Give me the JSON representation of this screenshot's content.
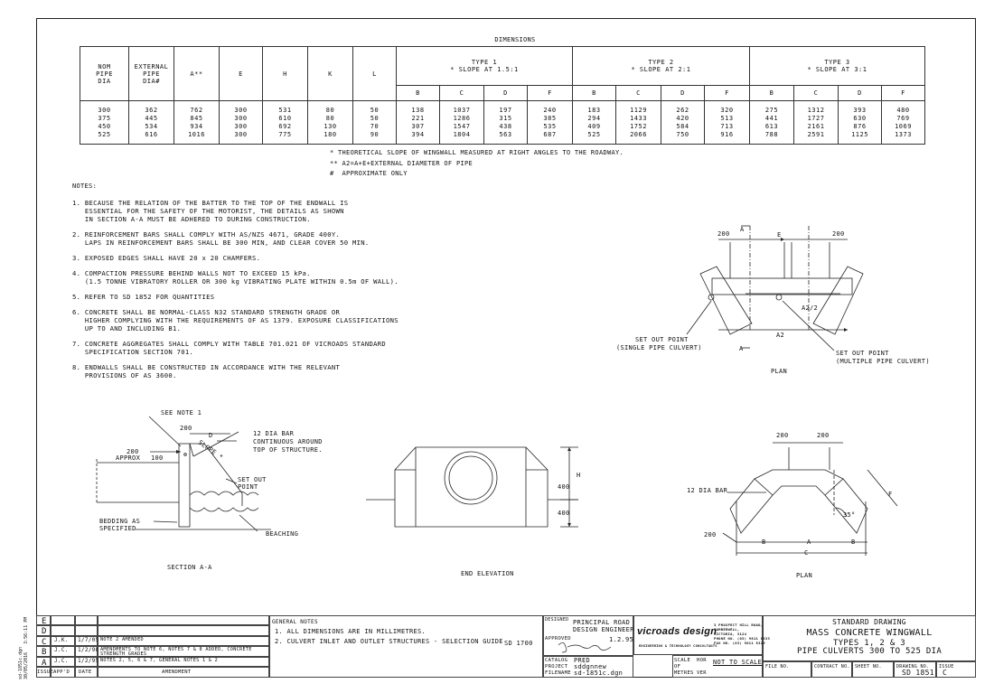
{
  "dimensions_title": "DIMENSIONS",
  "table": {
    "head": {
      "nom": [
        "NOM",
        "PIPE",
        "DIA"
      ],
      "ext": [
        "EXTERNAL",
        "PIPE",
        "DIA#"
      ],
      "a": "A**",
      "e": "E",
      "h": "H",
      "k": "K",
      "l": "L",
      "type1": [
        "TYPE 1",
        "* SLOPE AT   1.5:1"
      ],
      "type2": [
        "TYPE 2",
        "* SLOPE AT   2:1"
      ],
      "type3": [
        "TYPE 3",
        "* SLOPE AT   3:1"
      ],
      "sub": [
        "B",
        "C",
        "D",
        "F"
      ]
    },
    "columns": [
      [
        "300",
        "375",
        "450",
        "525"
      ],
      [
        "362",
        "445",
        "534",
        "616"
      ],
      [
        "762",
        "845",
        "934",
        "1016"
      ],
      [
        "300",
        "300",
        "300",
        "300"
      ],
      [
        "531",
        "610",
        "692",
        "775"
      ],
      [
        "80",
        "80",
        "130",
        "180"
      ],
      [
        "50",
        "50",
        "70",
        "90"
      ],
      [
        "138",
        "221",
        "307",
        "394"
      ],
      [
        "1037",
        "1286",
        "1547",
        "1804"
      ],
      [
        "197",
        "315",
        "438",
        "563"
      ],
      [
        "240",
        "385",
        "535",
        "687"
      ],
      [
        "183",
        "294",
        "409",
        "525"
      ],
      [
        "1129",
        "1433",
        "1752",
        "2066"
      ],
      [
        "262",
        "420",
        "584",
        "750"
      ],
      [
        "320",
        "513",
        "713",
        "916"
      ],
      [
        "275",
        "441",
        "613",
        "788"
      ],
      [
        "1312",
        "1727",
        "2161",
        "2591"
      ],
      [
        "393",
        "630",
        "876",
        "1125"
      ],
      [
        "480",
        "769",
        "1069",
        "1373"
      ]
    ]
  },
  "footnotes": [
    "* THEORETICAL SLOPE OF WINGWALL MEASURED AT RIGHT ANGLES TO THE ROADWAY.",
    "** A2=A+E+EXTERNAL DIAMETER OF PIPE",
    "#  APPROXIMATE ONLY"
  ],
  "notes_title": "NOTES:",
  "notes": [
    [
      "1. BECAUSE THE RELATION OF THE BATTER TO THE TOP OF THE ENDWALL IS",
      "   ESSENTIAL FOR THE SAFETY OF THE MOTORIST, THE DETAILS AS SHOWN",
      "   IN SECTION A-A MUST BE ADHERED TO DURING CONSTRUCTION."
    ],
    [
      "2. REINFORCEMENT BARS SHALL COMPLY WITH AS/NZS 4671, GRADE 400Y.",
      "   LAPS IN REINFORCEMENT BARS SHALL BE 300 MIN, AND CLEAR COVER 50 MIN."
    ],
    [
      "3. EXPOSED EDGES SHALL HAVE 20 x 20 CHAMFERS."
    ],
    [
      "4. COMPACTION PRESSURE BEHIND WALLS NOT TO EXCEED 15 kPa.",
      "   (1.5 TONNE VIBRATORY ROLLER OR 300 kg VIBRATING PLATE WITHIN 0.5m OF WALL)."
    ],
    [
      "5. REFER TO SD 1852 FOR QUANTITIES"
    ],
    [
      "6. CONCRETE SHALL BE NORMAL-CLASS N32 STANDARD STRENGTH GRADE OR",
      "   HIGHER COMPLYING WITH THE REQUIREMENTS OF AS 1379. EXPOSURE CLASSIFICATIONS",
      "   UP TO AND INCLUDING B1."
    ],
    [
      "7. CONCRETE AGGREGATES SHALL COMPLY WITH TABLE 701.021 OF VICROADS STANDARD",
      "   SPECIFICATION SECTION 701."
    ],
    [
      "8. ENDWALLS SHALL BE CONSTRUCTED IN ACCORDANCE WITH THE RELEVANT",
      "   PROVISIONS OF AS 3600."
    ]
  ],
  "drawings": {
    "section": {
      "title": "SECTION A-A",
      "see_note": "SEE NOTE 1",
      "d200a": "200",
      "d200b": "200",
      "approx": "APPROX",
      "d100": "100",
      "d": "D",
      "slope": "SLOPE *",
      "bar": [
        "12 DIA BAR",
        "CONTINUOUS AROUND",
        "TOP OF STRUCTURE."
      ],
      "setout": [
        "SET OUT",
        "POINT"
      ],
      "bedding": [
        "BEDDING AS",
        "SPECIFIED"
      ],
      "beaching": "BEACHING"
    },
    "end_elev": {
      "title": "END ELEVATION",
      "h": "H",
      "d400a": "400",
      "d400b": "400"
    },
    "plan1": {
      "title": "PLAN",
      "d200a": "200",
      "d200b": "200",
      "a": "A",
      "a_bot": "A",
      "e": "E",
      "a22": "A2/2",
      "a2": "A2",
      "setout_single": [
        "SET OUT POINT",
        "(SINGLE PIPE CULVERT)"
      ],
      "setout_multi": [
        "SET OUT POINT",
        "(MULTIPLE PIPE CULVERT)"
      ]
    },
    "plan2": {
      "title": "PLAN",
      "d200a": "200",
      "d200b": "200",
      "bar": "12 DIA BAR",
      "d200c": "200",
      "f": "F",
      "angle": "35°",
      "b1": "B",
      "a": "A",
      "b2": "B",
      "c": "C"
    }
  },
  "amendments": {
    "rows": [
      {
        "issue": "E",
        "app": "",
        "date": "",
        "text": ""
      },
      {
        "issue": "D",
        "app": "",
        "date": "",
        "text": ""
      },
      {
        "issue": "C",
        "app": "J.K.",
        "date": "1/7/05",
        "text": "NOTE 2 AMENDED"
      },
      {
        "issue": "B",
        "app": "J.C.",
        "date": "1/2/98",
        "text": "AMENDMENTS TO NOTE 6, NOTES 7 & 8 ADDED, CONCRETE STRENGTH GRADES"
      },
      {
        "issue": "A",
        "app": "J.C.",
        "date": "1/2/95",
        "text": "NOTES 2, 5, 6 & 7, GENERAL NOTES 1 & 2"
      }
    ],
    "headers": {
      "issue": "ISSUE",
      "app": "APP'D",
      "date": "DATE",
      "amendment": "AMENDMENT"
    }
  },
  "general_notes": {
    "title": "GENERAL NOTES",
    "items": [
      "1. ALL DIMENSIONS ARE IN MILLIMETRES.",
      "2. CULVERT INLET AND OUTLET STRUCTURES - SELECTION GUIDE"
    ],
    "ref": "SD 1700"
  },
  "signoff": {
    "designed_label": "DESIGNED",
    "designed_by": [
      "PRINCIPAL ROAD",
      "DESIGN ENGINEER"
    ],
    "approved_label": "APPROVED",
    "approved_date": "1.2.95",
    "catalog_label": "CATALOG",
    "catalog": "PRED",
    "project_label": "PROJECT",
    "project": "sddgnnew",
    "filename_label": "FILENAME",
    "filename": "sd-1851c.dgn"
  },
  "brand": {
    "name": "vicroads design",
    "tagline": "ENGINEERING & TECHNOLOGY CONSULTANTS",
    "address": [
      "3 PROSPECT HILL ROAD,",
      "CAMBERWELL,",
      "VICTORIA, 3124",
      "PHONE NO. (03) 9811 8333",
      "FAX NO. (03) 9811 8329"
    ]
  },
  "scale": {
    "label1": "SCALE",
    "hor": "HOR",
    "of": "OF",
    "label2": "METRES",
    "ver": "VER",
    "value": "NOT TO SCALE"
  },
  "title_block": {
    "heading": "STANDARD DRAWING",
    "line1": "MASS CONCRETE WINGWALL",
    "line2": "TYPES 1, 2 & 3",
    "line3": "PIPE CULVERTS 300 TO 525 DIA",
    "file_no": "FILE NO.",
    "contract_no": "CONTRACT NO.",
    "sheet_no": "SHEET NO.",
    "drawing_no_label": "DRAWING NO.",
    "drawing_no": "SD 1851",
    "issue_label": "ISSUE",
    "issue": "C"
  },
  "side_stamp": [
    "sd-1851c.dgn",
    "30/05/2016   3:56:11 PM"
  ]
}
